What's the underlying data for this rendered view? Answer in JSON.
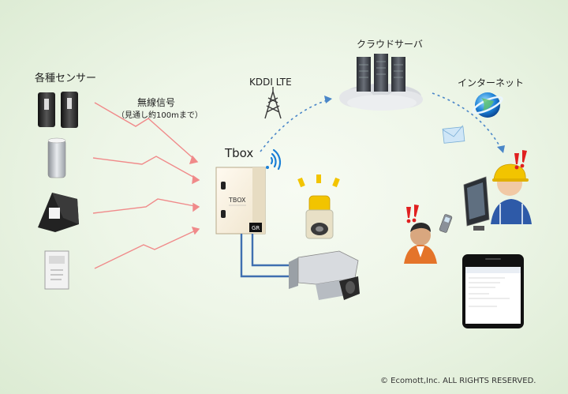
{
  "labels": {
    "sensors": "各種センサー",
    "wireless": "無線信号",
    "wireless_note": "（見通し約100mまで）",
    "tbox": "Tbox",
    "tbox_face": "TBOX",
    "tbox_badge": "GR",
    "lte": "KDDI LTE",
    "cloud": "クラウドサーバ",
    "internet": "インターネット",
    "copyright": "© Ecomott,Inc. ALL RIGHTS RESERVED."
  },
  "colors": {
    "signal": "#f08a8a",
    "dashed": "#4a86c8",
    "cable": "#3f6fb0",
    "alert": "#e02020",
    "lamp": "#f2c400"
  },
  "icons": {
    "tower": "antenna-tower-icon",
    "wifi": "wifi-icon",
    "globe": "globe-icon",
    "mail": "mail-icon"
  }
}
